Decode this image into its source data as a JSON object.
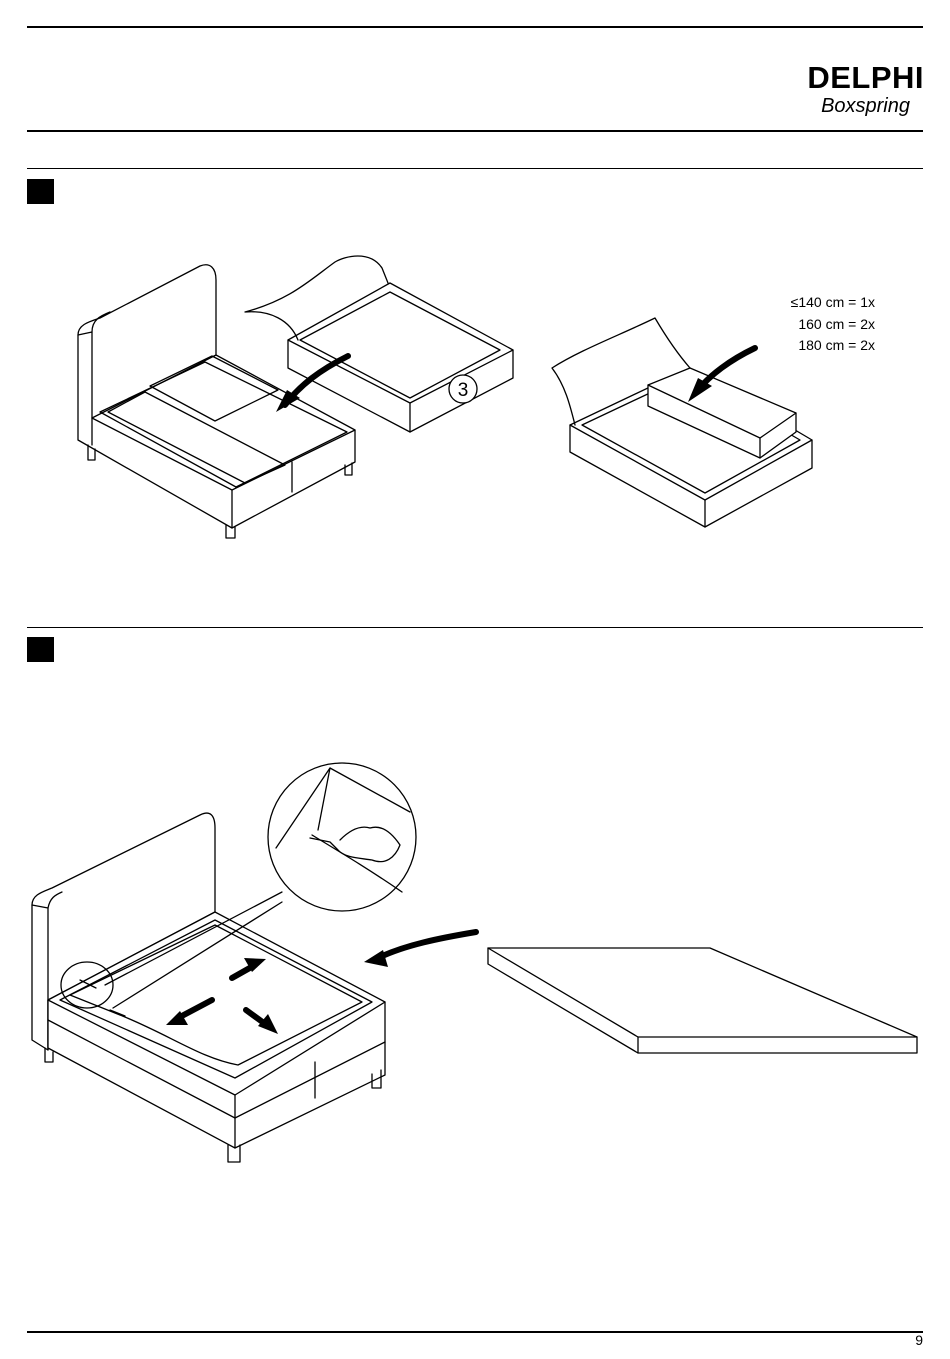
{
  "header": {
    "brand": "DELPHI",
    "subtitle": "Boxspring"
  },
  "step1": {
    "marker_icon": "step-marker",
    "quantity_notes": [
      "≤140 cm = 1x",
      "160 cm = 2x",
      "180 cm = 2x"
    ],
    "part_number": "3"
  },
  "step2": {
    "marker_icon": "step-marker"
  },
  "footer": {
    "page_number": "9"
  }
}
